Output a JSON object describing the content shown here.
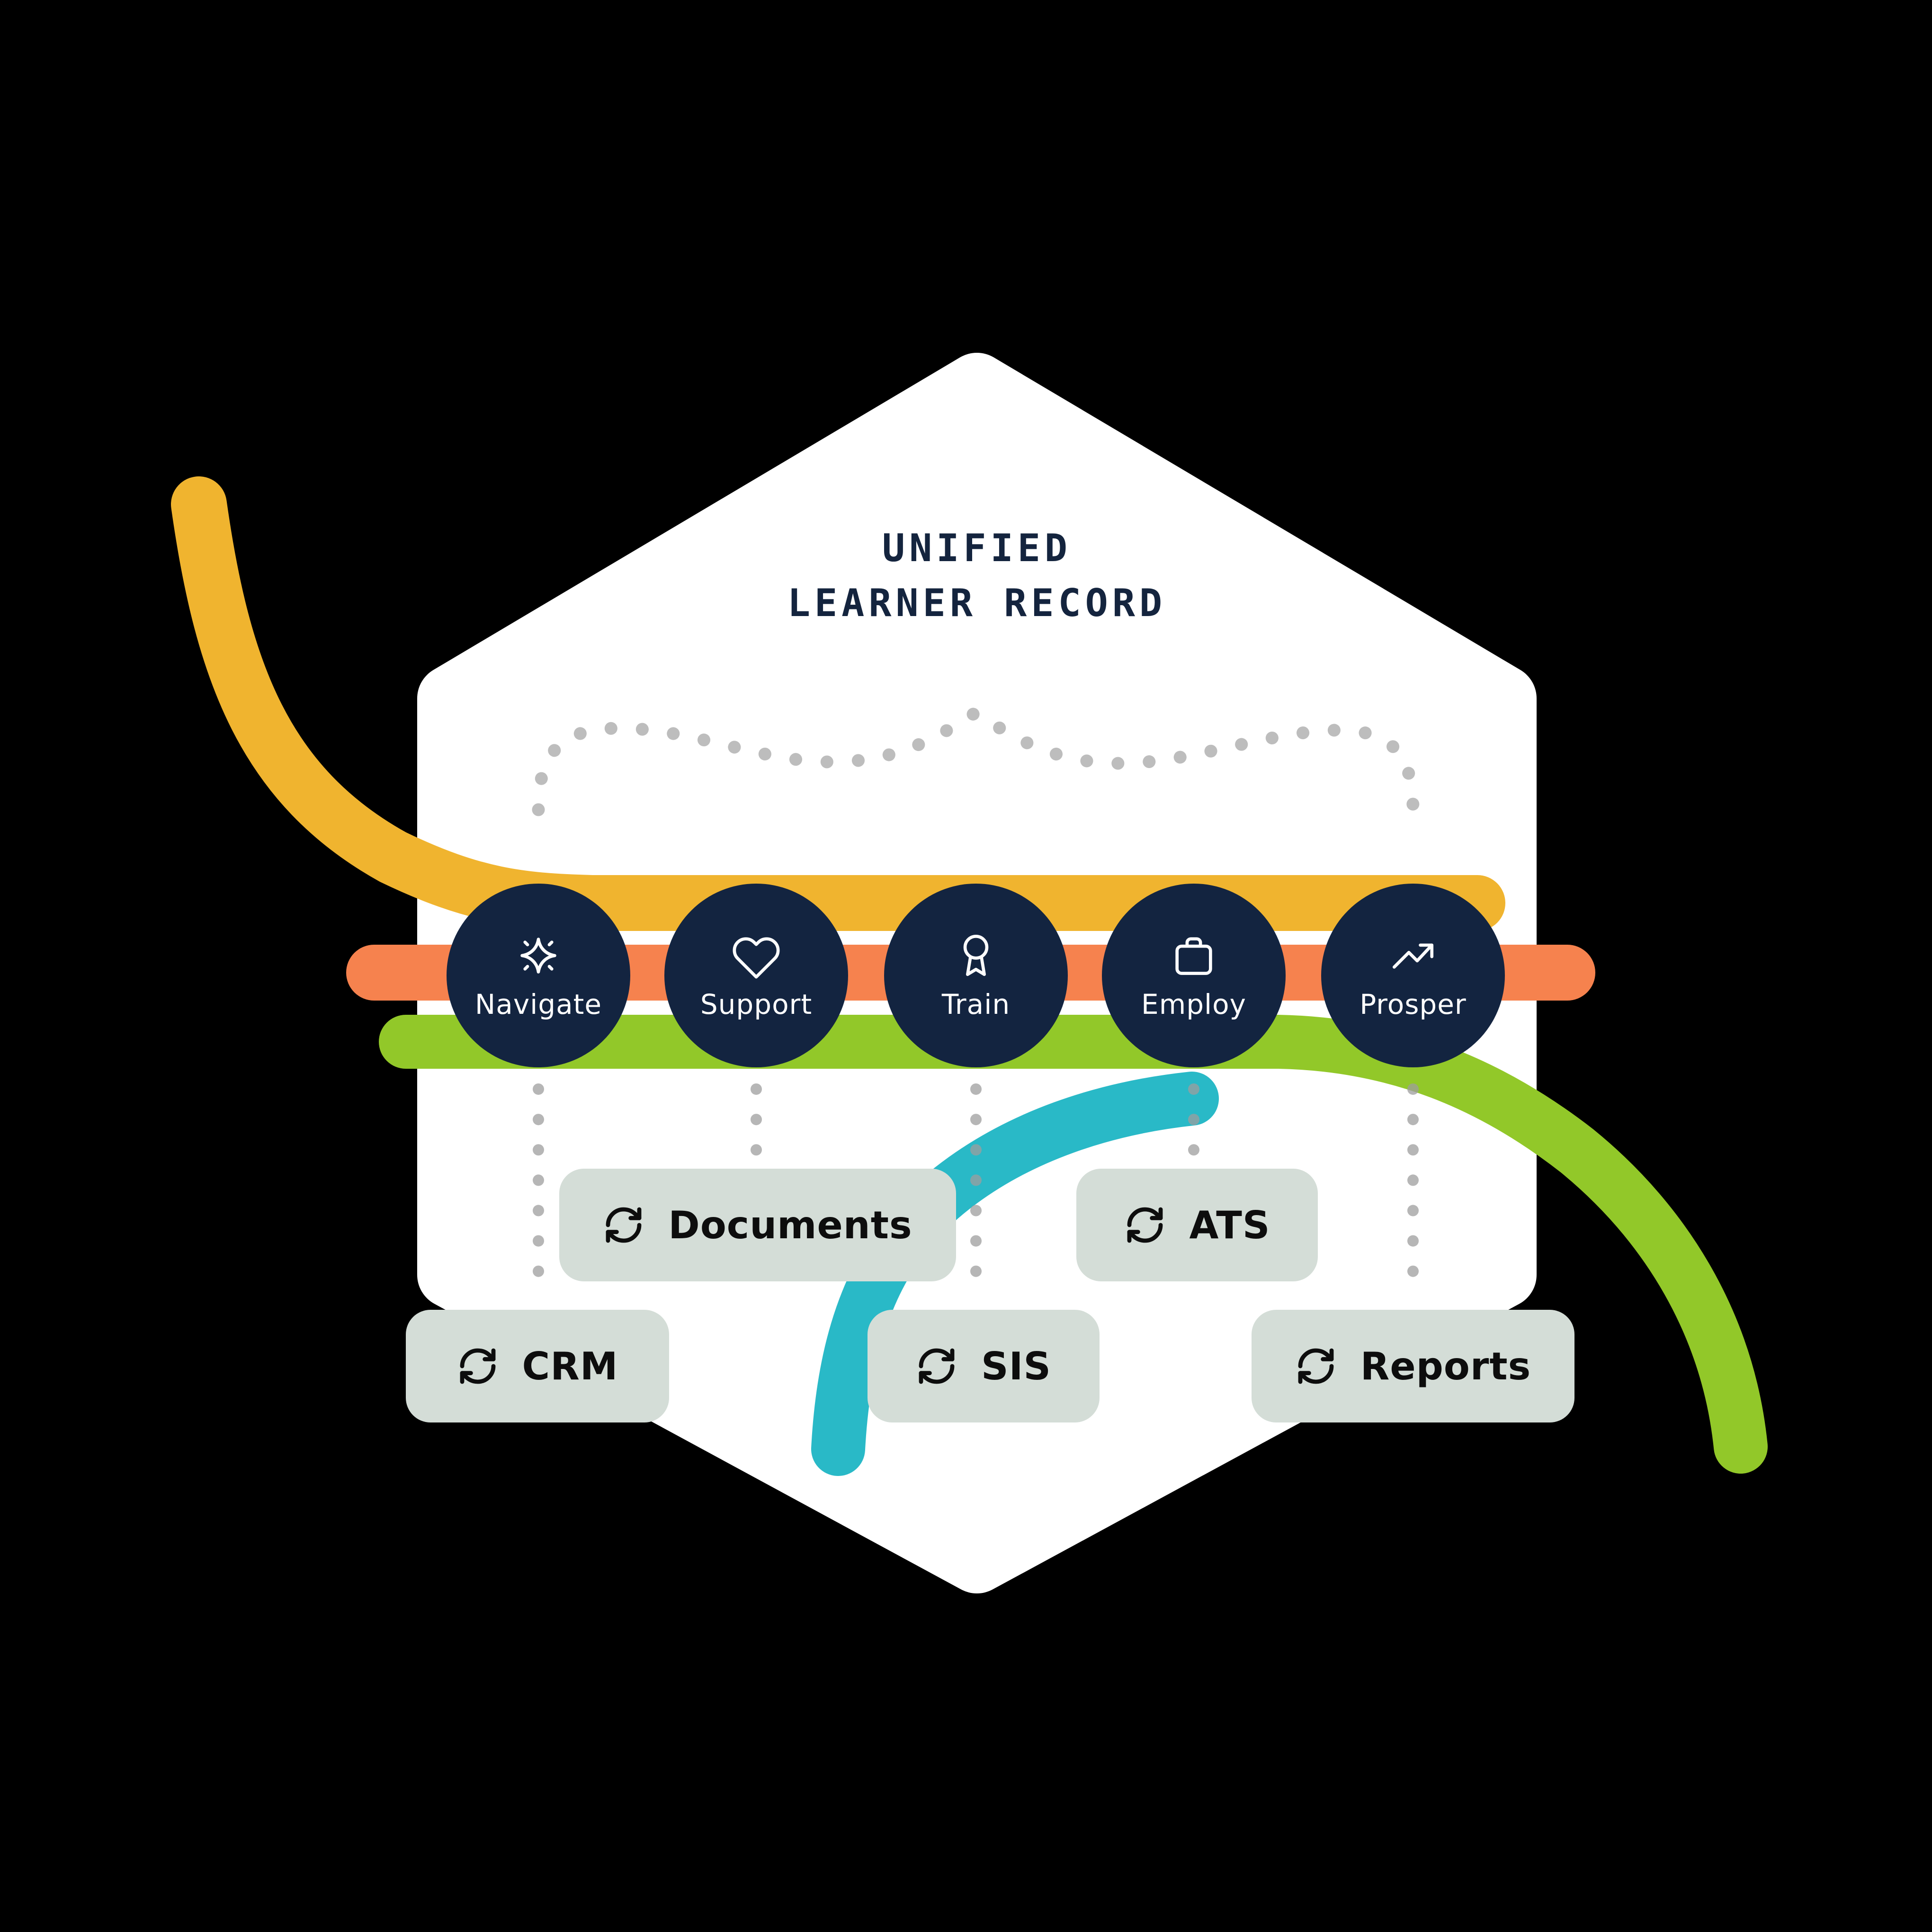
{
  "title": {
    "line1": "UNIFIED",
    "line2": "LEARNER RECORD",
    "color": "#14243E"
  },
  "stations": [
    {
      "id": "navigate",
      "label": "Navigate",
      "icon": "sparkle-icon"
    },
    {
      "id": "support",
      "label": "Support",
      "icon": "heart-icon"
    },
    {
      "id": "train",
      "label": "Train",
      "icon": "award-icon"
    },
    {
      "id": "employ",
      "label": "Employ",
      "icon": "briefcase-icon"
    },
    {
      "id": "prosper",
      "label": "Prosper",
      "icon": "trending-up-icon"
    }
  ],
  "systems": [
    {
      "id": "documents",
      "label": "Documents",
      "icon": "sync-icon"
    },
    {
      "id": "ats",
      "label": "ATS",
      "icon": "sync-icon"
    },
    {
      "id": "crm",
      "label": "CRM",
      "icon": "sync-icon"
    },
    {
      "id": "sis",
      "label": "SIS",
      "icon": "sync-icon"
    },
    {
      "id": "reports",
      "label": "Reports",
      "icon": "sync-icon"
    }
  ],
  "palette": {
    "background": "#000000",
    "hexagon_fill": "#FFFFFF",
    "station_circle": "#132440",
    "station_text": "#FFFFFF",
    "line_yellow": "#F0B42F",
    "line_orange": "#F6824E",
    "line_green": "#92C829",
    "line_teal": "#29B9C7",
    "dotted_connector": "#BDBDBD",
    "system_box_fill": "#D4DDD7",
    "system_box_text": "#0D0D0D"
  }
}
